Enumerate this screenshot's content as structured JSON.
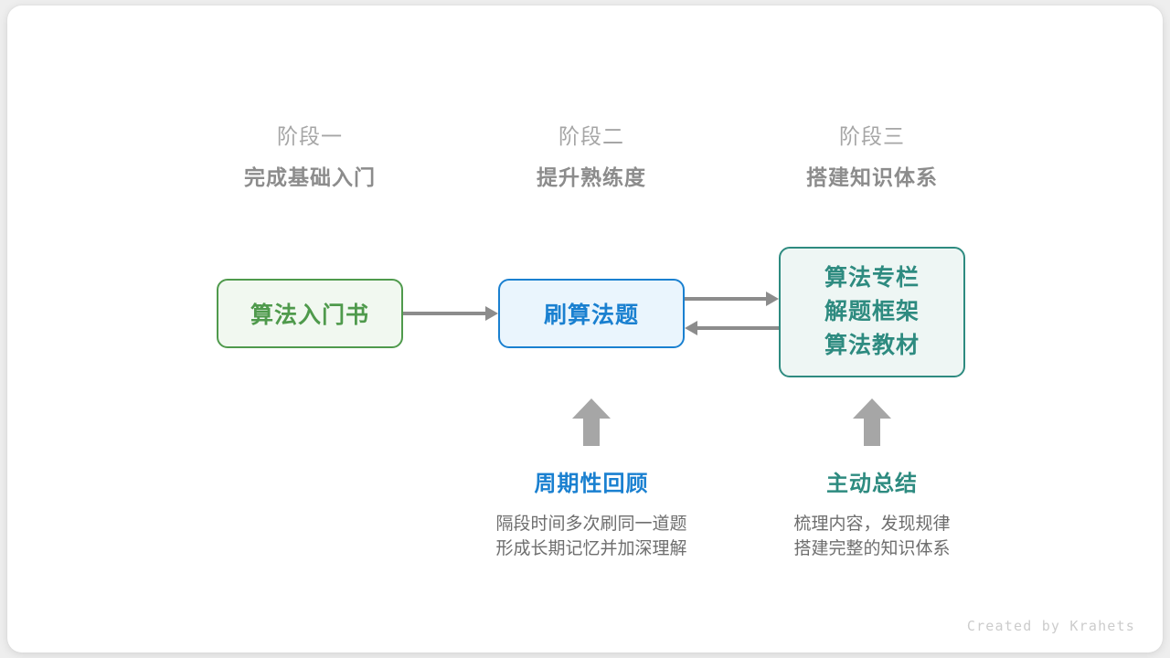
{
  "stages": [
    {
      "number": "阶段一",
      "title": "完成基础入门"
    },
    {
      "number": "阶段二",
      "title": "提升熟练度"
    },
    {
      "number": "阶段三",
      "title": "搭建知识体系"
    }
  ],
  "nodes": {
    "book": {
      "label": "算法入门书",
      "color": "#4f9a4c",
      "fill": "#f1f8f0"
    },
    "practice": {
      "label": "刷算法题",
      "color": "#1a80d0",
      "fill": "#eaf5fd"
    },
    "resources": {
      "lines": [
        "算法专栏",
        "解题框架",
        "算法教材"
      ],
      "color": "#2e8b80",
      "fill": "#eef6f4"
    }
  },
  "notes": [
    {
      "title": "周期性回顾",
      "desc_line1": "隔段时间多次刷同一道题",
      "desc_line2": "形成长期记忆并加深理解",
      "color": "#1a80d0"
    },
    {
      "title": "主动总结",
      "desc_line1": "梳理内容，发现规律",
      "desc_line2": "搭建完整的知识体系",
      "color": "#2e8b80"
    }
  ],
  "credit": "Created by Krahets"
}
